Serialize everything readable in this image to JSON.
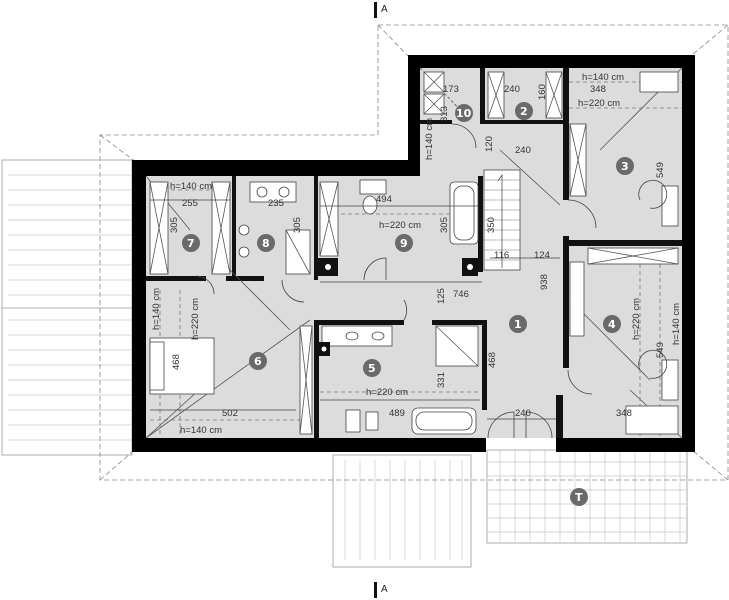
{
  "section_marks": {
    "top": "A",
    "bottom": "A"
  },
  "rooms": [
    {
      "id": "1",
      "label": "1"
    },
    {
      "id": "2",
      "label": "2"
    },
    {
      "id": "3",
      "label": "3"
    },
    {
      "id": "4",
      "label": "4"
    },
    {
      "id": "5",
      "label": "5"
    },
    {
      "id": "6",
      "label": "6"
    },
    {
      "id": "7",
      "label": "7"
    },
    {
      "id": "8",
      "label": "8"
    },
    {
      "id": "9",
      "label": "9"
    },
    {
      "id": "10",
      "label": "10"
    },
    {
      "id": "T",
      "label": "T"
    }
  ],
  "heights": {
    "h140": "h=140 cm",
    "h220": "h=220 cm"
  },
  "dimensions": {
    "d173": "173",
    "d313": "313",
    "d240": "240",
    "d160": "160",
    "d348": "348",
    "d120": "120",
    "d549": "549",
    "d255": "255",
    "d235": "235",
    "d305": "305",
    "d494": "494",
    "d350": "350",
    "d116": "116",
    "d124": "124",
    "d938": "938",
    "d125": "125",
    "d746": "746",
    "d468": "468",
    "d331": "331",
    "d502": "502",
    "d489": "489"
  }
}
